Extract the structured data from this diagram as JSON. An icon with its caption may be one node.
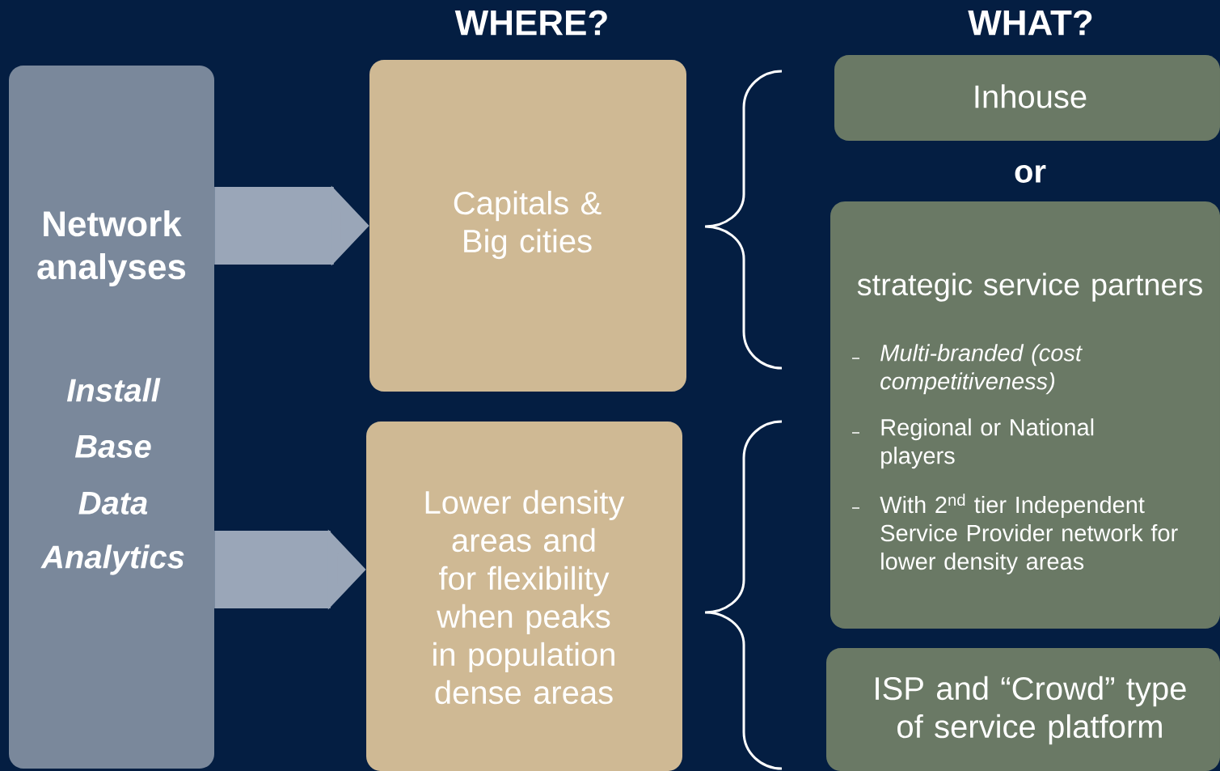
{
  "diagram": {
    "nodes": [
      {
        "text": [
          "Network analyses",
          "Install",
          "Base",
          "Data",
          "Analytics"
        ]
      },
      {
        "text": [
          "Capitals & Big cities"
        ]
      },
      {
        "text": [
          "Lower density areas and for flexibility when peaks in population dense areas"
        ]
      },
      {
        "text": [
          "Inhouse"
        ]
      },
      {
        "text": [
          "strategic service partners",
          "Multi-branded (cost competitiveness)",
          "Regional or National players",
          "With 2$^{nd}$ tier  Independent Service Provider network for lower density areas"
        ]
      },
      {
        "text": [
          "ISP and “Crowd” type of service platform"
        ]
      }
    ],
    "edges": [
      {
        "from": 0,
        "to": 1,
        "arrow": "to"
      },
      {
        "from": 0,
        "to": 2,
        "arrow": "to"
      }
    ],
    "labels": [
      "WHERE?",
      "WHAT?",
      "or"
    ]
  }
}
